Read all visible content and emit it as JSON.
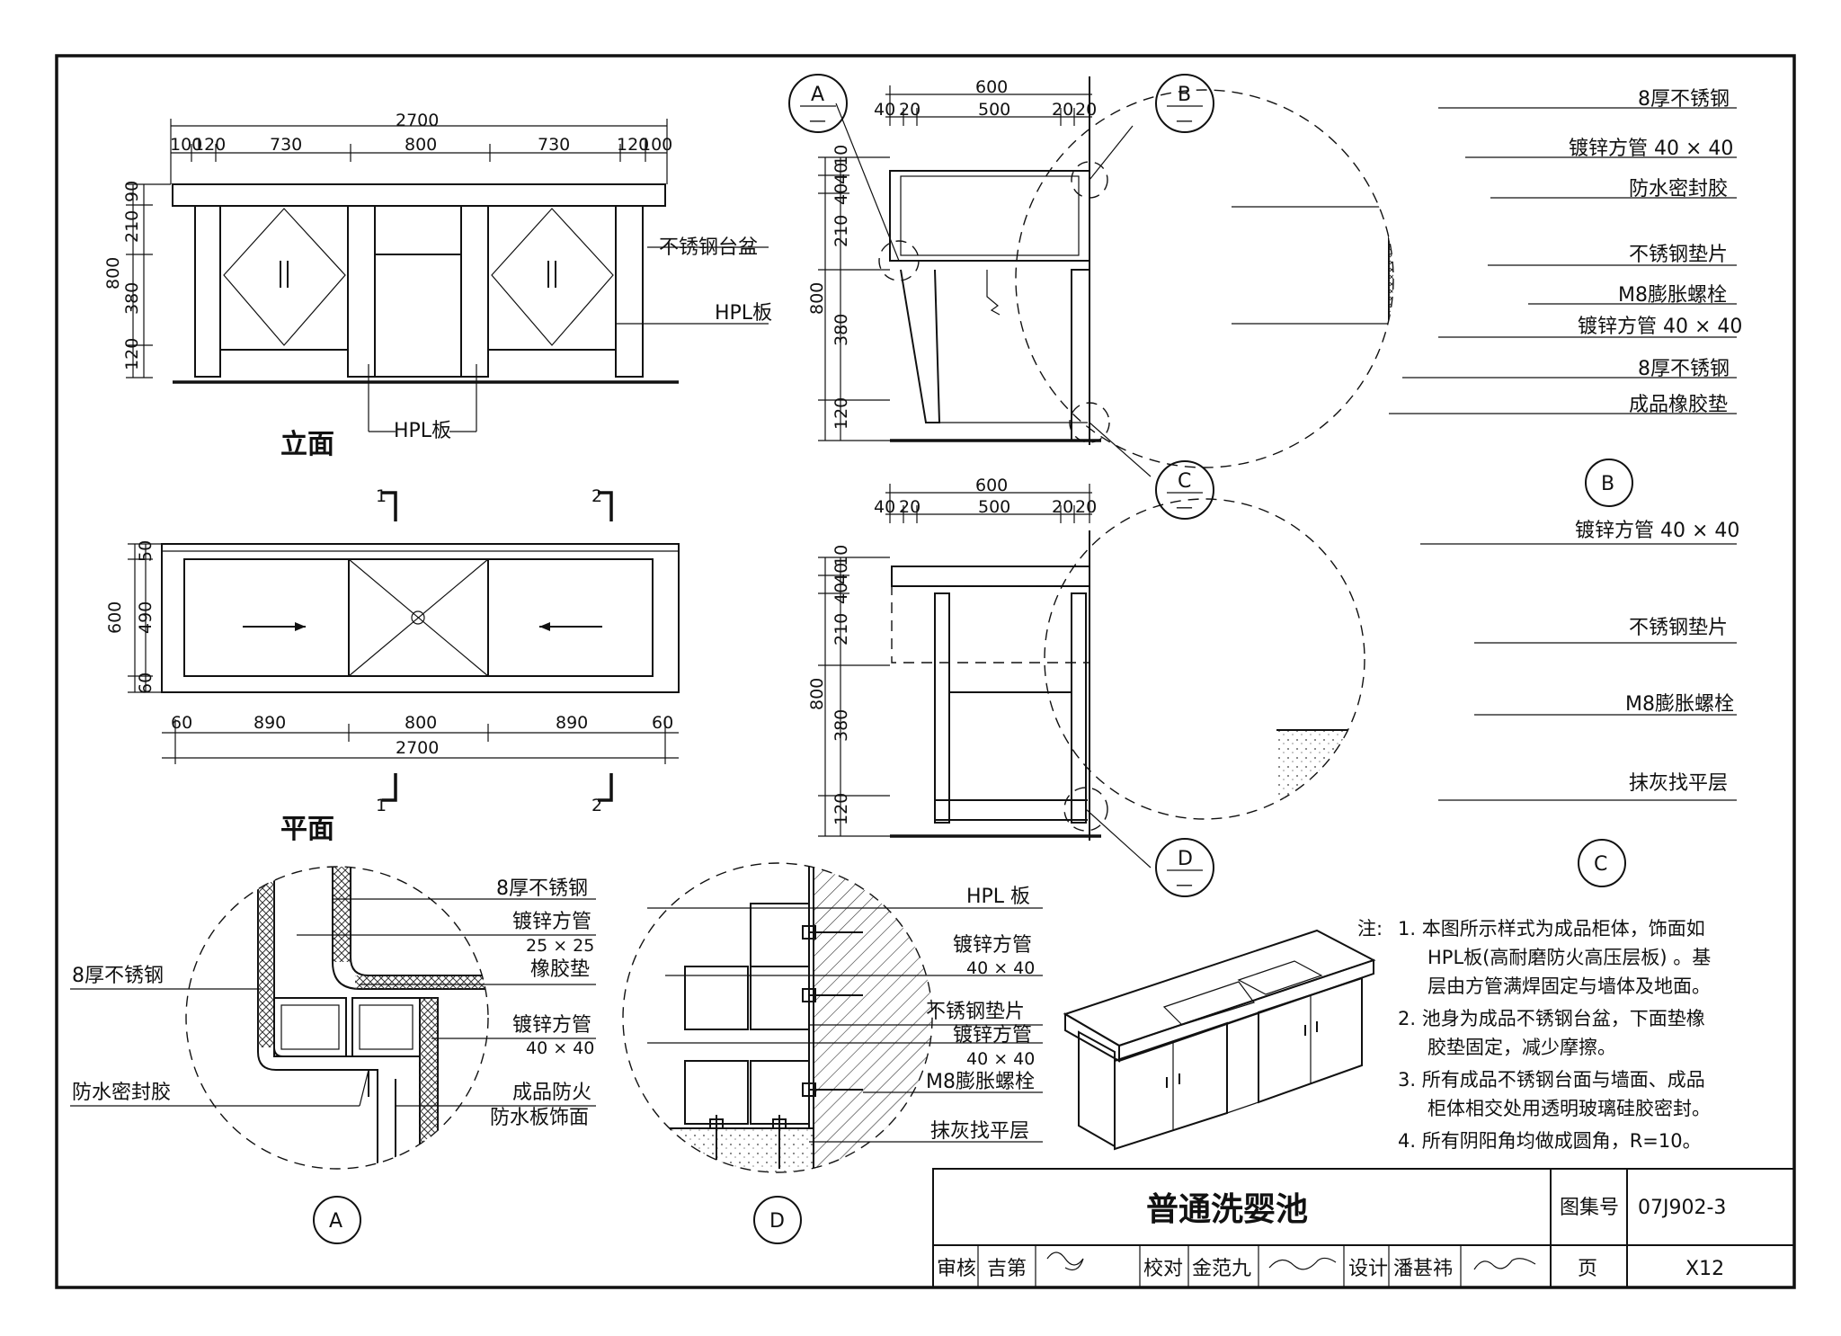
{
  "elevation": {
    "title": "立面",
    "top_total": "2700",
    "top_dims": [
      "100",
      "120",
      "730",
      "800",
      "730",
      "120",
      "100"
    ],
    "left_total": "800",
    "left_dims": [
      "90",
      "210",
      "380",
      "120"
    ],
    "labels": {
      "sink": "不锈钢台盆",
      "hpl_right": "HPL板",
      "hpl_bottom": "HPL板"
    }
  },
  "plan": {
    "title": "平面",
    "bottom_dims": [
      "60",
      "890",
      "800",
      "890",
      "60"
    ],
    "bottom_total": "2700",
    "left_total": "600",
    "left_dims": [
      "50",
      "490",
      "60"
    ],
    "section_marks": [
      "1",
      "2",
      "1",
      "2"
    ]
  },
  "section1": {
    "top_total": "600",
    "top_dims": [
      "40",
      "20",
      "500",
      "20",
      "20"
    ],
    "left_dims": [
      "10",
      "40",
      "40",
      "210",
      "380",
      "120"
    ],
    "left_total": "800",
    "callouts": [
      {
        "letter": "A",
        "sub": "—"
      },
      {
        "letter": "B",
        "sub": "—"
      },
      {
        "letter": "C",
        "sub": "—"
      }
    ]
  },
  "section2": {
    "top_total": "600",
    "top_dims": [
      "40",
      "20",
      "500",
      "20",
      "20"
    ],
    "left_dims": [
      "10",
      "40",
      "40",
      "210",
      "380",
      "120"
    ],
    "left_total": "800",
    "callouts": [
      {
        "letter": "D",
        "sub": "—"
      }
    ]
  },
  "detailB": {
    "letter": "B",
    "labels": [
      "8厚不锈钢",
      "镀锌方管 40 × 40",
      "防水密封胶",
      "不锈钢垫片",
      "M8膨胀螺栓",
      "镀锌方管 40 × 40",
      "8厚不锈钢",
      "成品橡胶垫"
    ]
  },
  "detailC": {
    "letter": "C",
    "labels": [
      "镀锌方管 40 × 40",
      "不锈钢垫片",
      "M8膨胀螺栓",
      "抹灰找平层"
    ]
  },
  "detailA": {
    "letter": "A",
    "labels_right": [
      "8厚不锈钢",
      "镀锌方管",
      "25 × 25",
      "橡胶垫",
      "镀锌方管",
      "40 × 40",
      "成品防火",
      "防水板饰面"
    ],
    "labels_left": [
      "8厚不锈钢",
      "防水密封胶"
    ]
  },
  "detailD": {
    "letter": "D",
    "labels": [
      "HPL 板",
      "镀锌方管",
      "40 × 40",
      "不锈钢垫片",
      "镀锌方管",
      "40 × 40",
      "M8膨胀螺栓",
      "抹灰找平层"
    ]
  },
  "notes": {
    "prefix": "注:",
    "items": [
      "1.  本图所示样式为成品柜体，饰面如",
      "HPL板(高耐磨防火高压层板) 。基",
      "层由方管满焊固定与墙体及地面。",
      "2.  池身为成品不锈钢台盆，下面垫橡",
      "胶垫固定，减少摩擦。",
      "3.  所有成品不锈钢台面与墙面、成品",
      "柜体相交处用透明玻璃硅胶密封。",
      "4.  所有阴阳角均做成圆角，R=10。"
    ]
  },
  "title_block": {
    "title": "普通洗婴池",
    "atlas_label": "图集号",
    "atlas_no": "07J902-3",
    "page_label": "页",
    "page_no": "X12",
    "review_label": "审核",
    "reviewer": "吉第",
    "check_label": "校对",
    "checker": "金范九",
    "design_label": "设计",
    "designer": "潘甚祎"
  }
}
